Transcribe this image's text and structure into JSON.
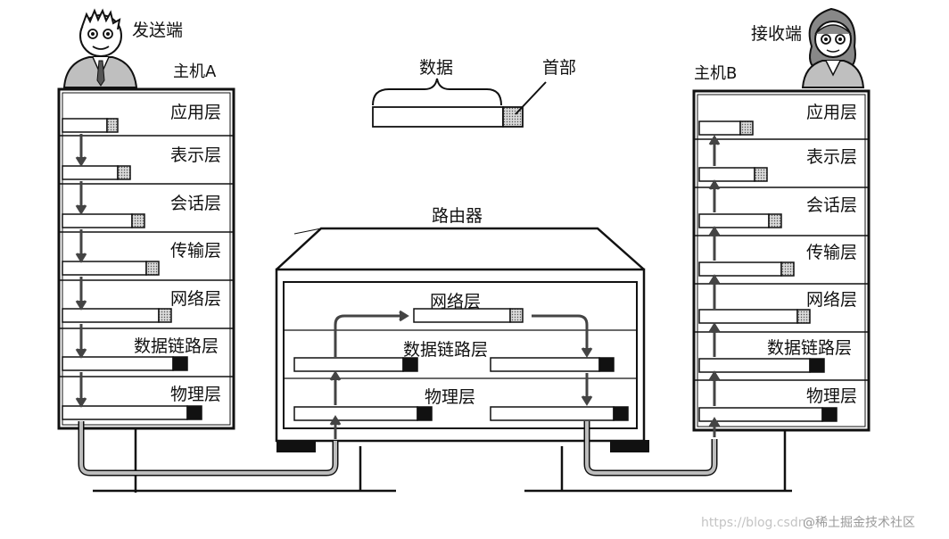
{
  "sender": {
    "label": "发送端",
    "host_label": "主机A",
    "layers": [
      "应用层",
      "表示层",
      "会话层",
      "传输层",
      "网络层",
      "数据链路层",
      "物理层"
    ]
  },
  "receiver": {
    "label": "接收端",
    "host_label": "主机B",
    "layers": [
      "应用层",
      "表示层",
      "会话层",
      "传输层",
      "网络层",
      "数据链路层",
      "物理层"
    ]
  },
  "legend": {
    "data_label": "数据",
    "header_label": "首部"
  },
  "router": {
    "label": "路由器",
    "layers": [
      "网络层",
      "数据链路层",
      "物理层"
    ]
  },
  "watermark": {
    "url_text": "https://blog.csdn",
    "brand_text": "@稀土掘金技术社区"
  }
}
